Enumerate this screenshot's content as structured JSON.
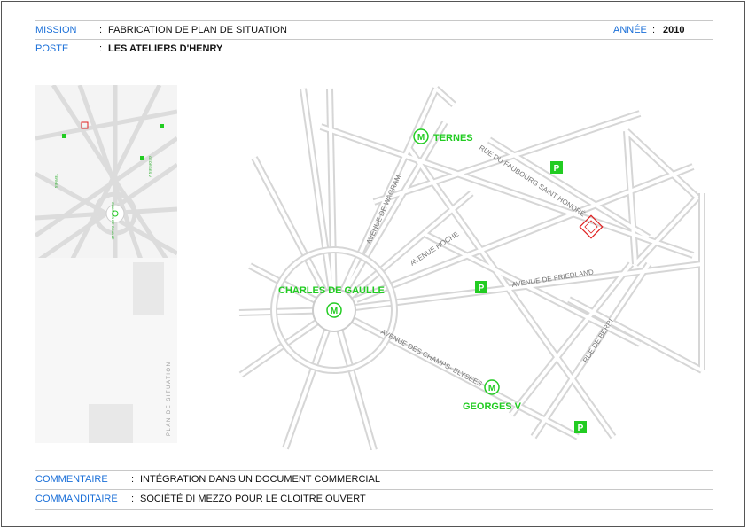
{
  "header": {
    "mission_label": "MISSION",
    "mission_value": "FABRICATION DE PLAN DE SITUATION",
    "annee_label": "ANNÉE",
    "annee_value": "2010",
    "poste_label": "POSTE",
    "poste_value": "LES ATELIERS D'HENRY"
  },
  "footer": {
    "commentaire_label": "COMMENTAIRE",
    "commentaire_value": "INTÉGRATION DANS UN DOCUMENT COMMERCIAL",
    "commanditaire_label": "COMMANDITAIRE",
    "commanditaire_value": "SOCIÉTÉ DI MEZZO POUR LE CLOITRE OUVERT"
  },
  "separator": ":",
  "map": {
    "metro_symbol": "M",
    "parking_symbol": "P",
    "stations": {
      "ternes": "TERNES",
      "charles_de_gaulle": "CHARLES DE GAULLE",
      "georges_v": "GEORGES V"
    },
    "streets": {
      "wagram": "AVENUE DE WAGRAM",
      "hoche": "AVENUE HOCHE",
      "friedland": "AVENUE DE FRIEDLAND",
      "champs": "AVENUE DES CHAMPS- ELYSEES",
      "faubourg": "RUE DU FAUBOURG SAINT HONORÉ",
      "berri": "RUE DE BERRI"
    }
  },
  "thumbnail": {
    "caption": "PLAN DE SITUATION",
    "labels": {
      "ternes": "TERNES",
      "charles": "CHARLES DE GAULLE",
      "georges": "GEORGES V"
    }
  },
  "colors": {
    "label_blue": "#1a6fd8",
    "accent_green": "#22cc22",
    "road_grey": "#d6d6d6",
    "highlight_red": "#e02020"
  }
}
